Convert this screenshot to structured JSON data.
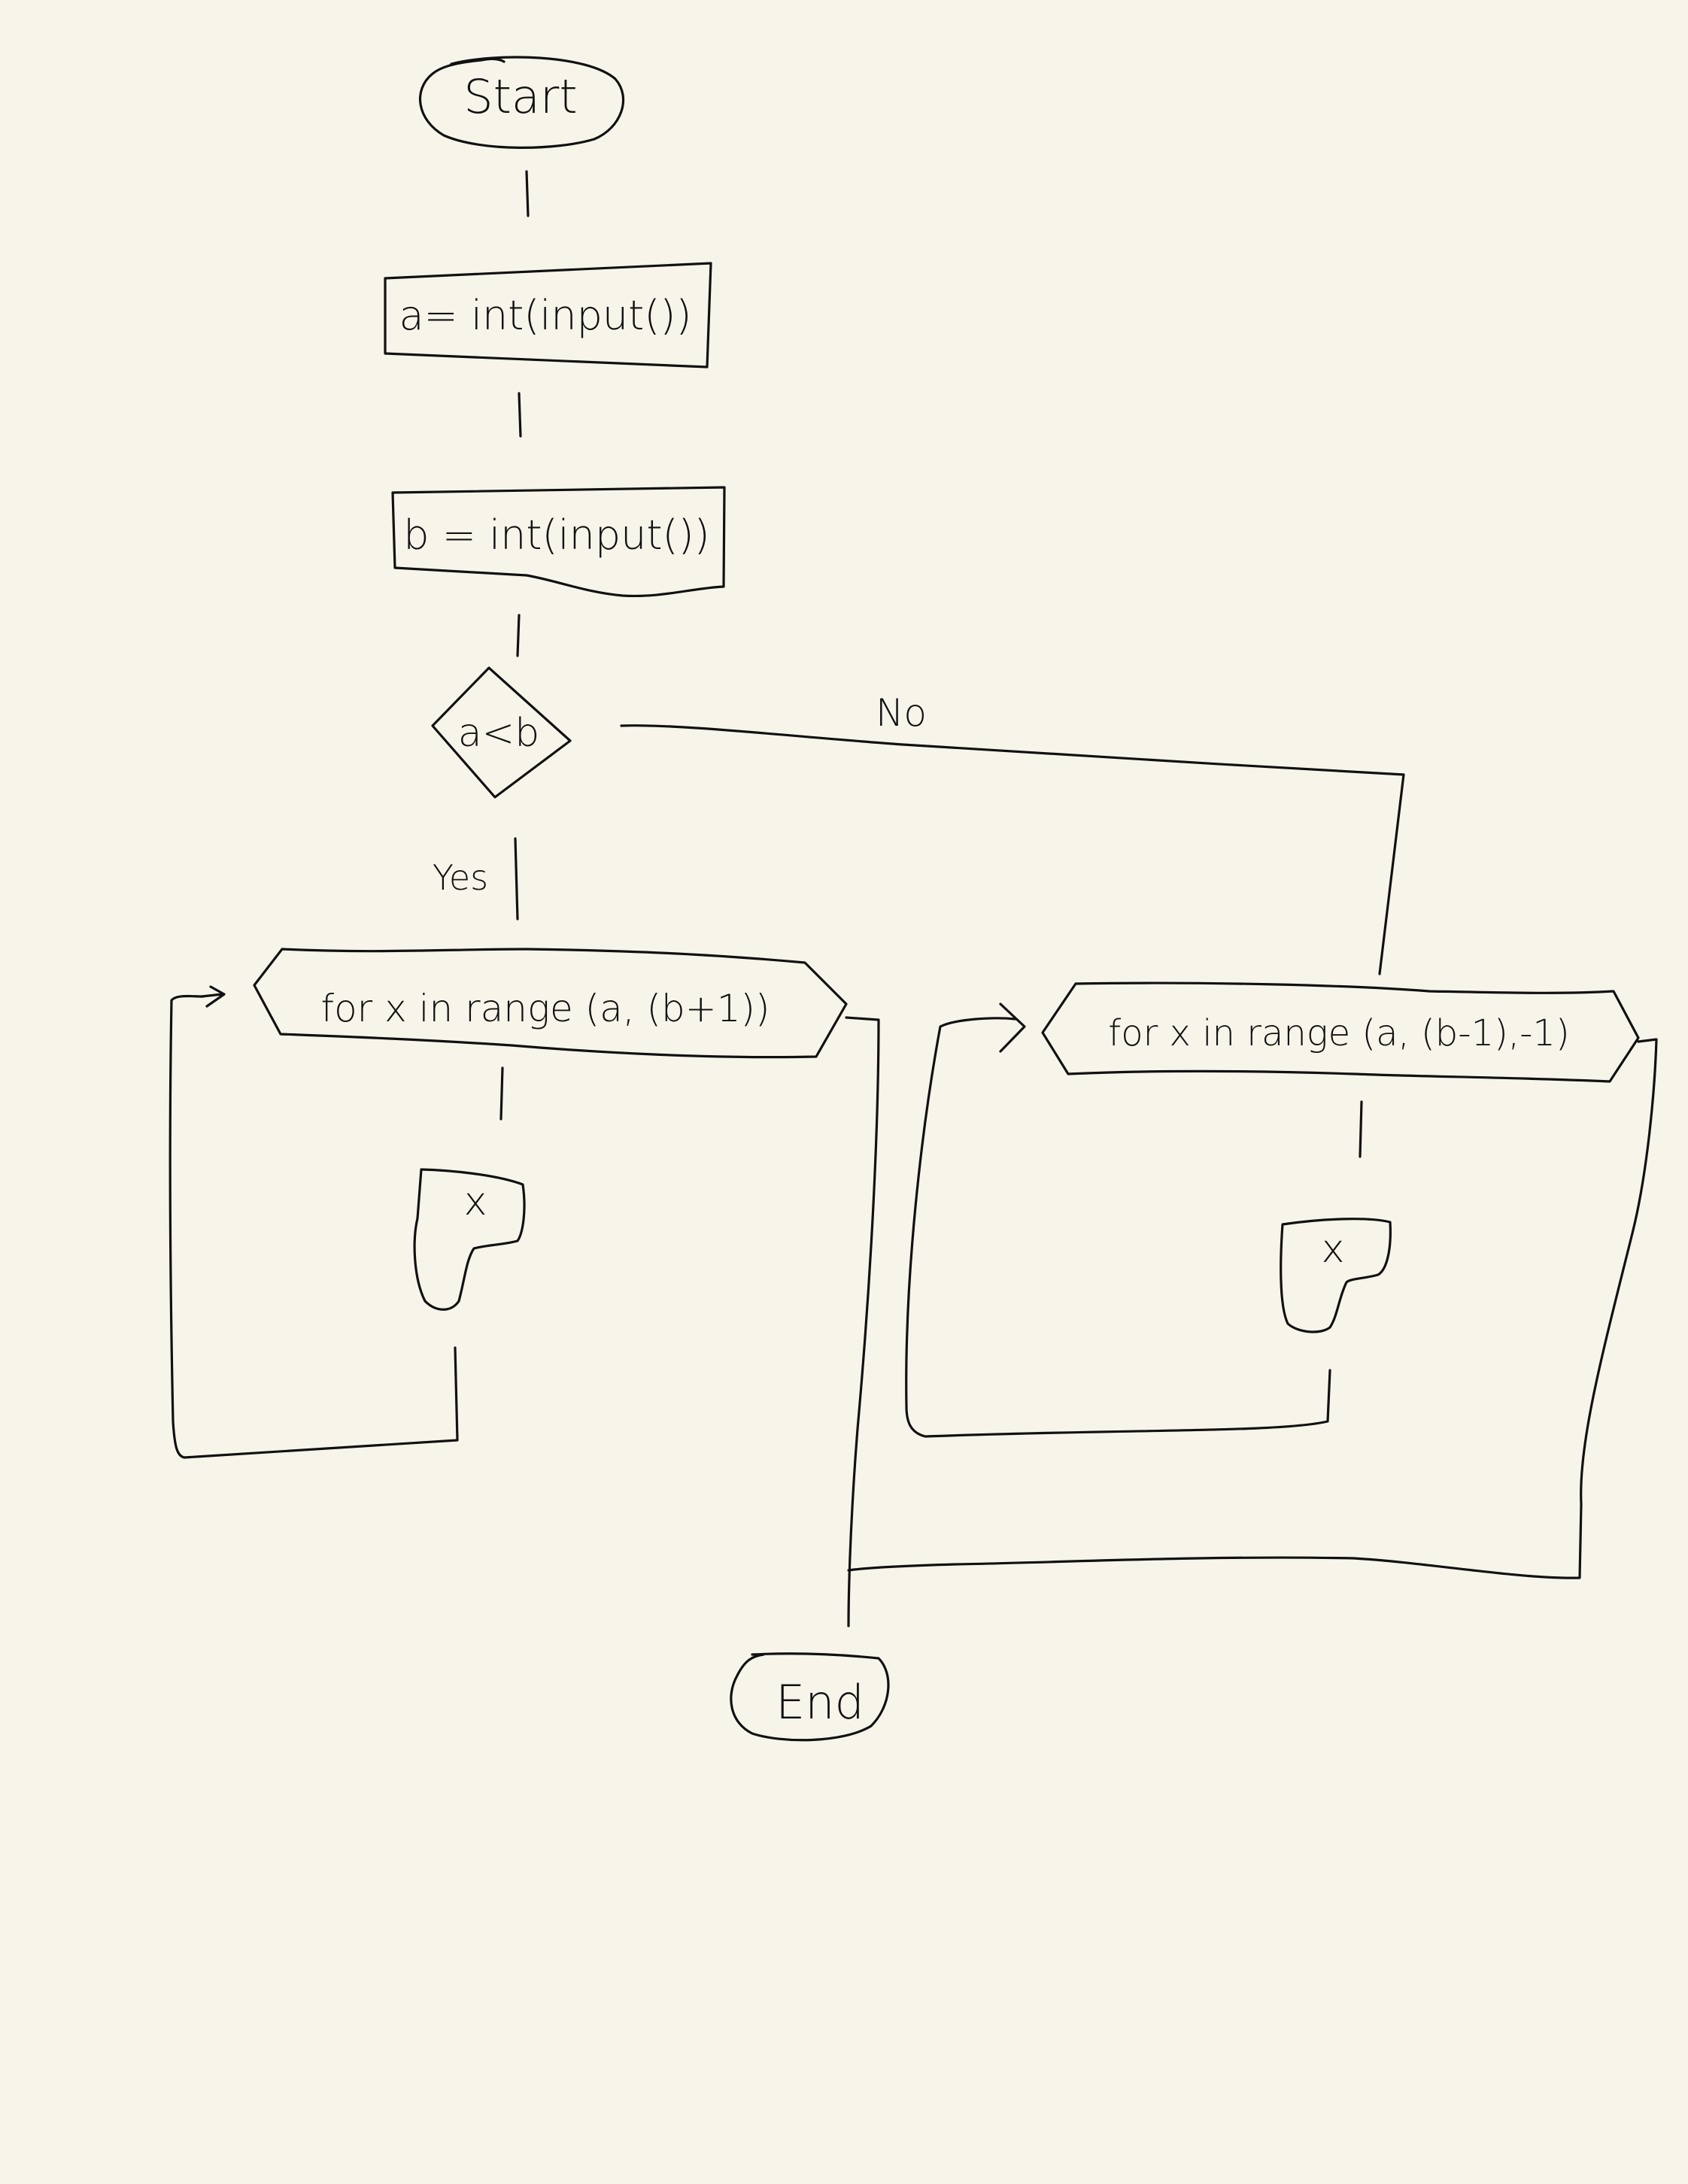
{
  "diagram": {
    "nodes": {
      "start": {
        "label": "Start"
      },
      "input_a": {
        "label": "a= int(input())"
      },
      "input_b": {
        "label": "b = int(input())"
      },
      "decision": {
        "label": "a<b"
      },
      "loop_yes": {
        "label": "for x in range (a, (b+1))"
      },
      "output_yes": {
        "label": "x"
      },
      "loop_no": {
        "label": "for x in range (a, (b-1),-1)"
      },
      "output_no": {
        "label": "x"
      },
      "end": {
        "label": "End"
      }
    },
    "edges": {
      "yes_label": "Yes",
      "no_label": "No"
    }
  },
  "colors": {
    "background": "#f7f5ea",
    "ink": "#111111"
  }
}
